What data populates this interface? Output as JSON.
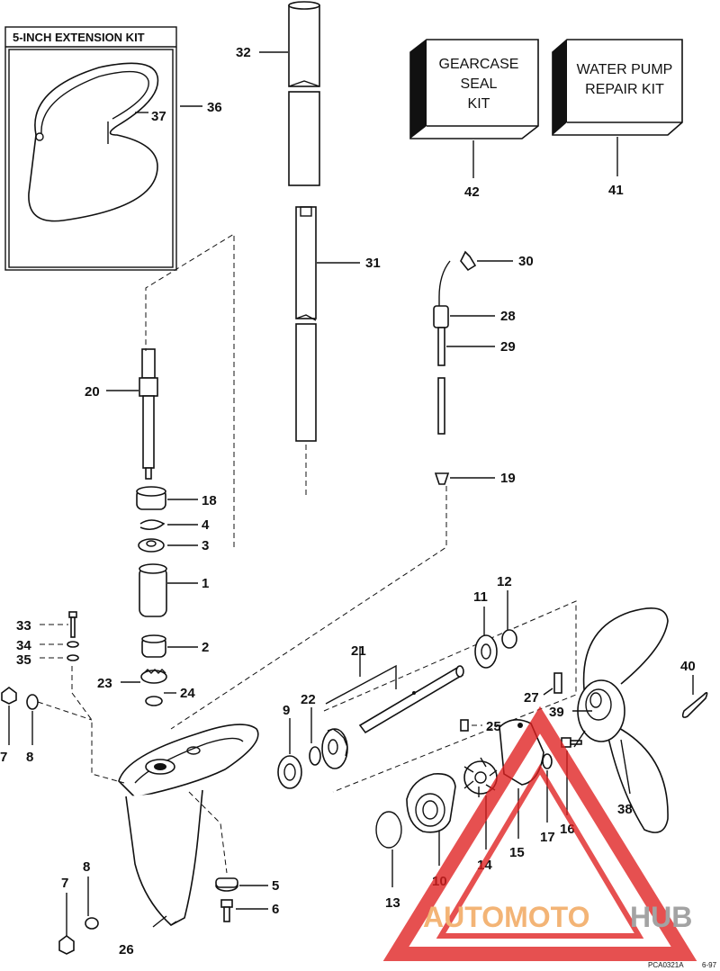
{
  "extension_kit": {
    "title": "5-INCH EXTENSION KIT"
  },
  "kits": {
    "gearcase_seal_kit": {
      "lines": [
        "GEARCASE",
        "SEAL",
        "KIT"
      ]
    },
    "water_pump_repair_kit": {
      "lines": [
        "WATER PUMP",
        "REPAIR KIT"
      ]
    }
  },
  "callouts": {
    "c1": "1",
    "c2": "2",
    "c3": "3",
    "c4": "4",
    "c5": "5",
    "c6": "6",
    "c7a": "7",
    "c7b": "7",
    "c8a": "8",
    "c8b": "8",
    "c9": "9",
    "c10": "10",
    "c11": "11",
    "c12": "12",
    "c13": "13",
    "c14": "14",
    "c15": "15",
    "c16": "16",
    "c17": "17",
    "c18": "18",
    "c19": "19",
    "c20": "20",
    "c21": "21",
    "c22": "22",
    "c23": "23",
    "c24": "24",
    "c25": "25",
    "c26": "26",
    "c27": "27",
    "c28": "28",
    "c29": "29",
    "c30": "30",
    "c31": "31",
    "c32": "32",
    "c33": "33",
    "c34": "34",
    "c35": "35",
    "c36": "36",
    "c37": "37",
    "c38": "38",
    "c39": "39",
    "c40": "40",
    "c41": "41",
    "c42": "42"
  },
  "footer": {
    "drawing_code": "PCA0321A",
    "date_code": "6-97"
  },
  "watermark": {
    "part1": "AUTOMOTO",
    "part2": "HUB"
  },
  "colors": {
    "line": "#111111",
    "watermark_red": "#e02020",
    "watermark_orange": "#f0a050",
    "watermark_gray": "#8a8a8a"
  }
}
